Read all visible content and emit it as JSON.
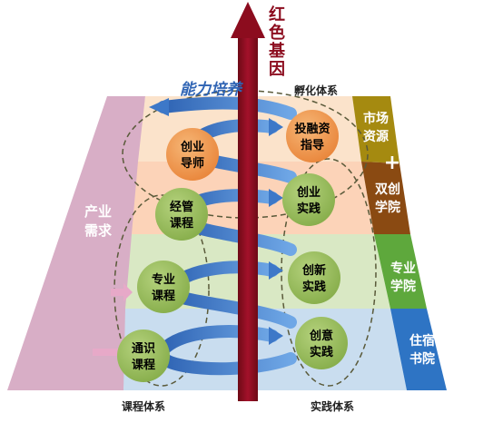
{
  "title_vertical": [
    "红",
    "色",
    "基",
    "因"
  ],
  "ability_label": "能力培养",
  "incubation_label": "孵化体系",
  "course_system_label": "课程体系",
  "practice_system_label": "实践体系",
  "industry_demand": [
    "产业",
    "需求"
  ],
  "left_circles": [
    {
      "lines": [
        "创业",
        "导师"
      ]
    },
    {
      "lines": [
        "经管",
        "课程"
      ]
    },
    {
      "lines": [
        "专业",
        "课程"
      ]
    },
    {
      "lines": [
        "通识",
        "课程"
      ]
    }
  ],
  "right_circles": [
    {
      "lines": [
        "投融资",
        "指导"
      ]
    },
    {
      "lines": [
        "创业",
        "实践"
      ]
    },
    {
      "lines": [
        "创新",
        "实践"
      ]
    },
    {
      "lines": [
        "创意",
        "实践"
      ]
    }
  ],
  "side_blocks": [
    {
      "lines": [
        "市场",
        "资源"
      ]
    },
    {
      "lines": [
        "双创",
        "学院"
      ]
    },
    {
      "lines": [
        "专业",
        "学院"
      ]
    },
    {
      "lines": [
        "住宿",
        "书院"
      ]
    }
  ],
  "plus_symbol": "+",
  "colors": {
    "layer_top": "#fbe3cb",
    "layer_mid_upper": "#fcd3b8",
    "layer_mid_lower": "#d9e8c4",
    "layer_bottom": "#c9ddef",
    "left_face": "#d8aec6",
    "circle_orange": "#f29a4e",
    "circle_green": "#9bbf5e",
    "spine_red": "#8c0c1e",
    "spiral_blue": "#3d78c8",
    "block_olive": "#a58a10",
    "block_brown": "#8a4a12",
    "block_green": "#5ea83c",
    "block_blue": "#2e74c4"
  }
}
